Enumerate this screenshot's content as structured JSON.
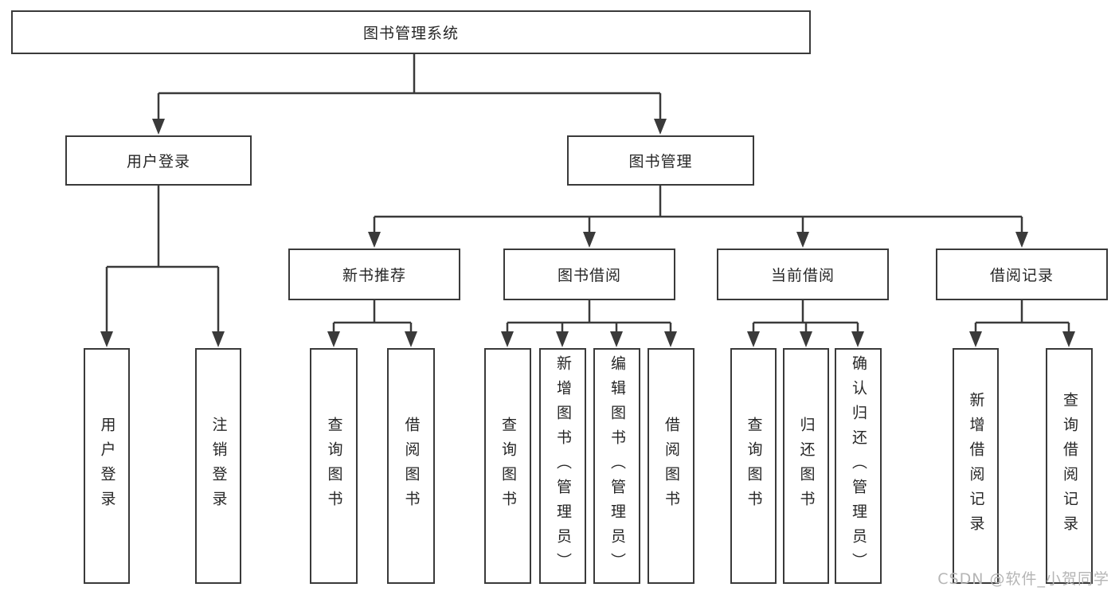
{
  "colors": {
    "bg": "#ffffff",
    "line": "#3a3a3a",
    "text": "#262626",
    "watermark": "#b5b5b5"
  },
  "tree": {
    "root": "图书管理系统",
    "level2": {
      "user": "用户登录",
      "mgmt": "图书管理"
    },
    "level3": {
      "rec": "新书推荐",
      "borrow": "图书借阅",
      "current": "当前借阅",
      "record": "借阅记录"
    },
    "leaves": {
      "user": [
        "用户登录",
        "注销登录"
      ],
      "rec": [
        "查询图书",
        "借阅图书"
      ],
      "borrow": [
        "查询图书",
        "新增图书（管理员）",
        "编辑图书（管理员）",
        "借阅图书"
      ],
      "current": [
        "查询图书",
        "归还图书",
        "确认归还（管理员）"
      ],
      "record": [
        "新增借阅记录",
        "查询借阅记录"
      ]
    }
  },
  "watermark": {
    "text": "CSDN @软件_小贺同学"
  }
}
